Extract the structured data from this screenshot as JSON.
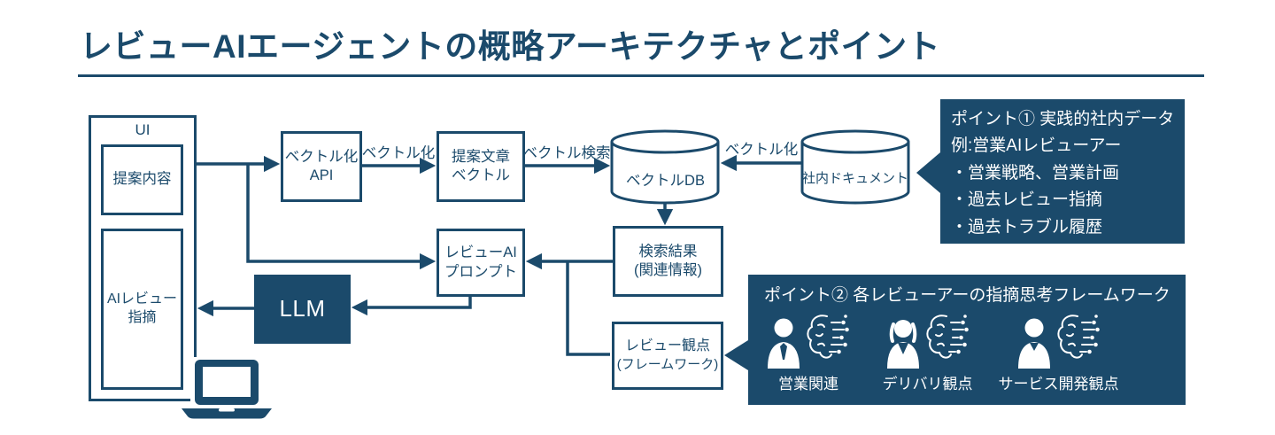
{
  "title": "レビューAIエージェントの概略アーキテクチャとポイント",
  "colors": {
    "navy": "#1b4a6b",
    "white": "#ffffff"
  },
  "nodes": {
    "ui": {
      "label": "UI"
    },
    "proposal": {
      "label": "提案内容"
    },
    "ai_review": {
      "line1": "AIレビュー",
      "line2": "指摘"
    },
    "vector_api": {
      "line1": "ベクトル化",
      "line2": "API"
    },
    "proposal_vector": {
      "line1": "提案文章",
      "line2": "ベクトル"
    },
    "review_prompt": {
      "line1": "レビューAI",
      "line2": "プロンプト"
    },
    "llm": {
      "label": "LLM"
    },
    "vector_db": {
      "label": "ベクトルDB"
    },
    "internal_docs": {
      "label": "社内ドキュメント"
    },
    "search_result": {
      "line1": "検索結果",
      "line2": "(関連情報)"
    },
    "review_viewpoint": {
      "line1": "レビュー観点",
      "line2": "(フレームワーク)"
    }
  },
  "edges": {
    "vectorize_left": "ベクトル化",
    "vector_search": "ベクトル検索",
    "vectorize_right": "ベクトル化"
  },
  "point1": {
    "title": "ポイント① 実践的社内データ",
    "subtitle": "例:営業AIレビューアー",
    "bullets": [
      "・営業戦略、営業計画",
      "・過去レビュー指摘",
      "・過去トラブル履歴"
    ]
  },
  "point2": {
    "title": "ポイント② 各レビューアーの指摘思考フレームワーク",
    "personas": [
      {
        "label": "営業関連",
        "icon": "male-reviewer-brain-icon"
      },
      {
        "label": "デリバリ観点",
        "icon": "female-reviewer-brain-icon"
      },
      {
        "label": "サービス開発観点",
        "icon": "person-reviewer-brain-icon"
      }
    ]
  },
  "icons": {
    "laptop": "laptop-icon",
    "vector_db": "database-cylinder-icon",
    "internal_docs": "database-cylinder-icon"
  }
}
